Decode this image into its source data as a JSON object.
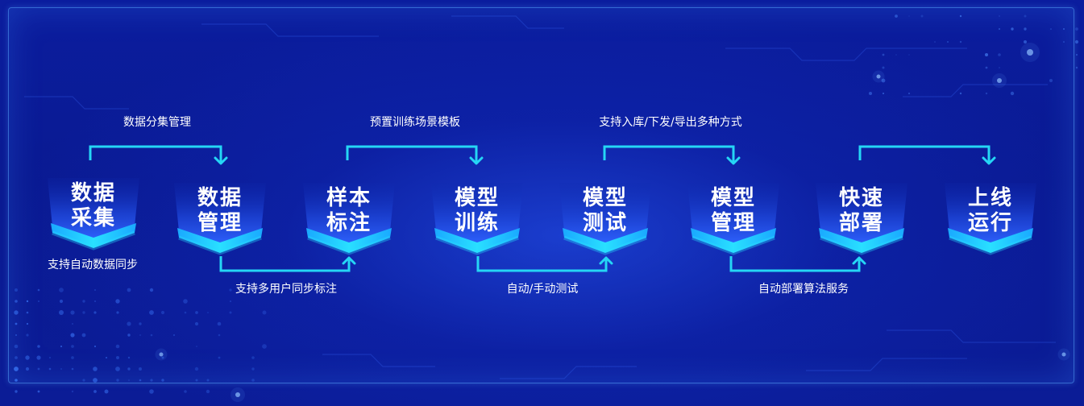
{
  "steps": [
    {
      "line1": "数据",
      "line2": "采集"
    },
    {
      "line1": "数据",
      "line2": "管理"
    },
    {
      "line1": "样本",
      "line2": "标注"
    },
    {
      "line1": "模型",
      "line2": "训练"
    },
    {
      "line1": "模型",
      "line2": "测试"
    },
    {
      "line1": "模型",
      "line2": "管理"
    },
    {
      "line1": "快速",
      "line2": "部署"
    },
    {
      "line1": "上线",
      "line2": "运行"
    }
  ],
  "annotations_top": [
    "数据分集管理",
    "预置训练场景模板",
    "支持入库/下发/导出多种方式"
  ],
  "annotations_bottom": [
    "支持自动数据同步",
    "支持多用户同步标注",
    "自动/手动测试",
    "自动部署算法服务"
  ],
  "colors": {
    "background": "#0a1a92",
    "connector": "#25d6f5",
    "shield_fill": "#1d44d6",
    "shield_edge": "#29e0ff",
    "text": "#ffffff"
  }
}
